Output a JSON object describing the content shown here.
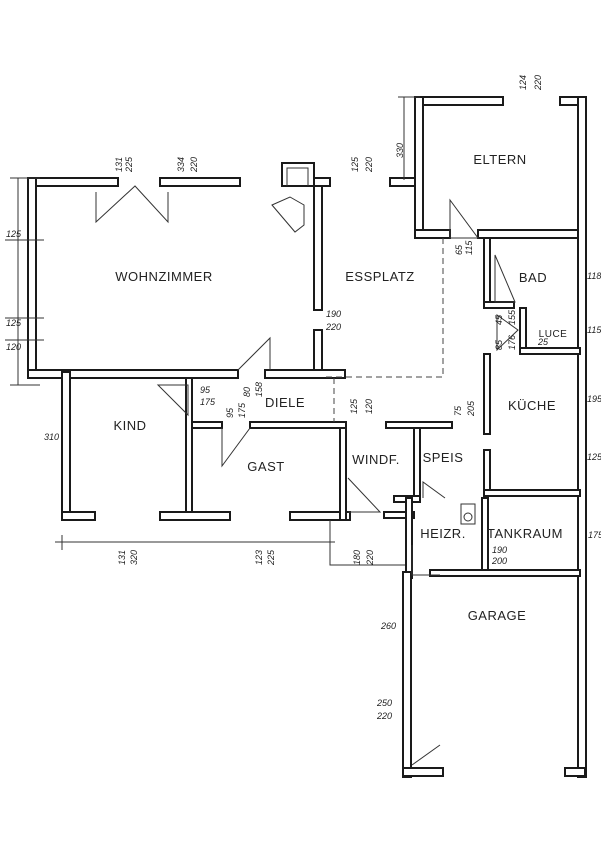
{
  "rooms": {
    "wohnzimmer": "WOHNZIMMER",
    "essplatz": "ESSPLATZ",
    "eltern": "ELTERN",
    "bad": "BAD",
    "luce": "LUCE",
    "kueche": "KÜCHE",
    "kind": "KIND",
    "diele": "DIELE",
    "gast": "GAST",
    "windf": "WINDF.",
    "speis": "SPEIS",
    "heizr": "HEIZR.",
    "tankraum": "TANKRAUM",
    "garage": "GARAGE"
  },
  "dimensions": {
    "living_window1_a": "131",
    "living_window1_b": "225",
    "living_window2_a": "334",
    "living_window2_b": "220",
    "ess_window_a": "125",
    "ess_window_b": "220",
    "eltern_height": "330",
    "eltern_window_a": "124",
    "eltern_window_b": "220",
    "left_125_top": "125",
    "left_125_bottom": "125",
    "left_120": "120",
    "ess_opening_a": "190",
    "ess_opening_b": "220",
    "eltern_door_a": "65",
    "eltern_door_b": "115",
    "bad_window": "118",
    "bad_door_a": "45",
    "bad_door_b": "155",
    "luce_door_a": "85",
    "luce_door_b": "176",
    "luce_small": "25",
    "luce_window": "115",
    "kueche_window_top": "195",
    "kueche_window_bottom": "125",
    "living_door_a": "80",
    "living_door_b": "158",
    "kind_door_a": "95",
    "kind_door_b": "175",
    "gast_door_a": "95",
    "gast_door_b": "175",
    "diele_opening_a": "125",
    "diele_opening_b": "120",
    "speis_door_a": "75",
    "speis_door_b": "205",
    "kind_side_window": "310",
    "kind_window_a": "131",
    "kind_window_b": "320",
    "gast_window_a": "123",
    "gast_window_b": "225",
    "windf_door_a": "180",
    "windf_door_b": "220",
    "tank_window": "175",
    "tank_door_a": "190",
    "tank_door_b": "200",
    "garage_window": "260",
    "garage_door_a": "250",
    "garage_door_b": "220"
  }
}
